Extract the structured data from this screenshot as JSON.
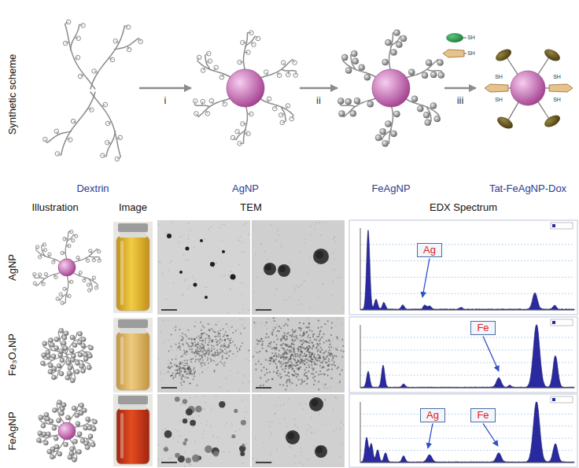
{
  "diagram": {
    "nodes": [
      {
        "text": [
          "Dextrin"
        ]
      },
      {
        "text": [
          "AgNP"
        ]
      },
      {
        "text": [
          "FeAgNP"
        ]
      },
      {
        "text": [
          "Tat-FeAgNP-Dox"
        ]
      },
      {
        "text": [
          "Ag"
        ]
      },
      {
        "text": [
          "Fe"
        ]
      },
      {
        "text": [
          "Ag"
        ]
      },
      {
        "text": [
          "Fe"
        ]
      }
    ],
    "edges": [
      {
        "from": 0,
        "to": 1,
        "arrow": "to",
        "label": "i"
      },
      {
        "from": 1,
        "to": 2,
        "arrow": "to",
        "label": "ii"
      },
      {
        "from": 2,
        "to": 3,
        "arrow": "to",
        "label": "iii"
      }
    ],
    "labels": [
      "Synthetic scheme",
      "Illustration",
      "Image",
      "TEM",
      "EDX Spectrum",
      "AgNP",
      "Fe₃O₄NP",
      "FeAgNP",
      "SH",
      "SH",
      "SH",
      "SH",
      "SH",
      "SH"
    ]
  }
}
